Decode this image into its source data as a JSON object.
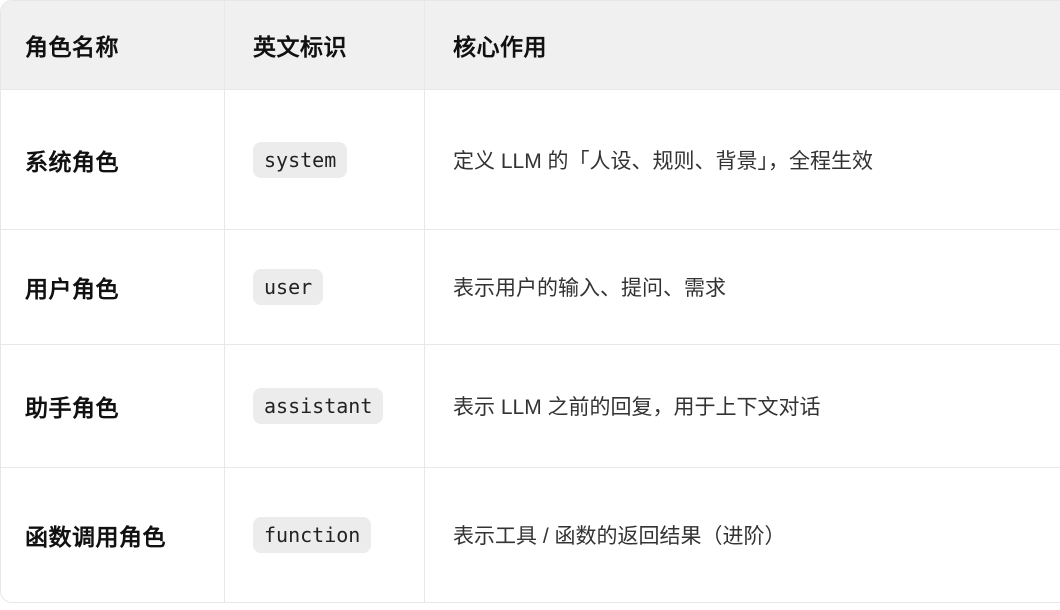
{
  "table": {
    "headers": [
      {
        "label": "角色名称"
      },
      {
        "label": "英文标识"
      },
      {
        "label": "核心作用"
      }
    ],
    "rows": [
      {
        "name": "系统角色",
        "code": "system",
        "desc": "定义 LLM 的「人设、规则、背景」，全程生效"
      },
      {
        "name": "用户角色",
        "code": "user",
        "desc": "表示用户的输入、提问、需求"
      },
      {
        "name": "助手角色",
        "code": "assistant",
        "desc": "表示 LLM 之前的回复，用于上下文对话"
      },
      {
        "name": "函数调用角色",
        "code": "function",
        "desc": "表示工具 / 函数的返回结果（进阶）"
      }
    ],
    "colors": {
      "header_bg": "#f0f0f0",
      "border": "#e8e8e8",
      "chip_bg": "#ececec",
      "heading_text": "#111111",
      "body_text": "#333333"
    }
  }
}
